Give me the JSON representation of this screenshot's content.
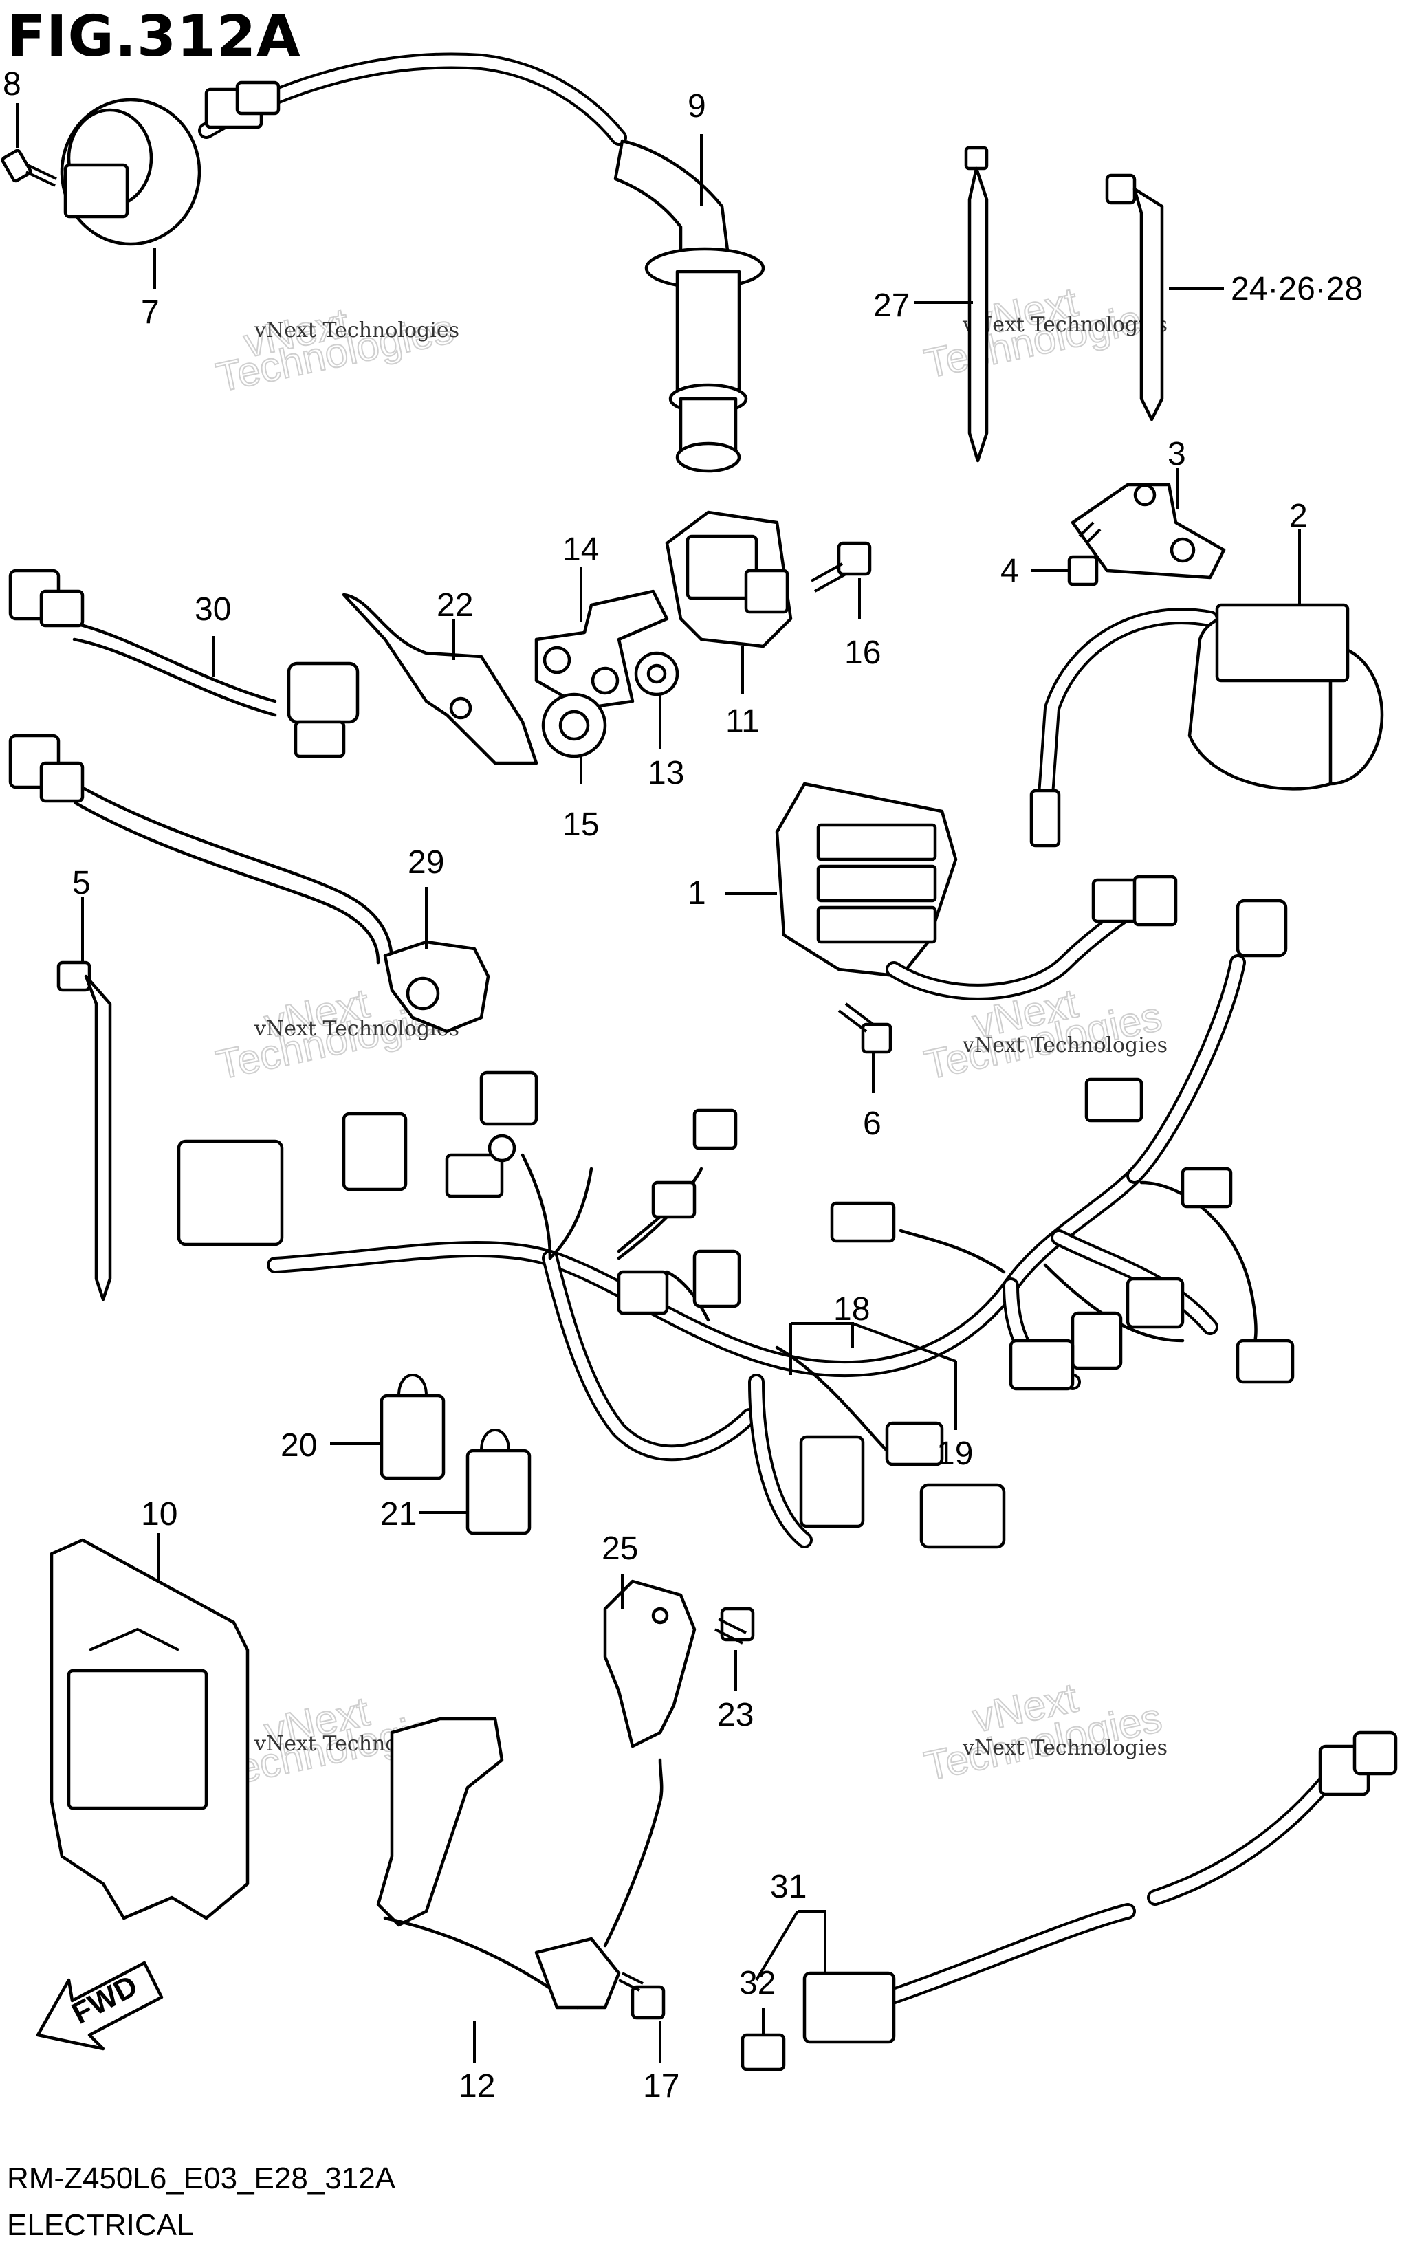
{
  "figure": {
    "title": "FIG.312A",
    "code": "RM-Z450L6_E03_E28_312A",
    "section": "ELECTRICAL"
  },
  "watermark": {
    "small": "vNext Technologies",
    "big_line1": "vNext",
    "big_line2": "Technologies"
  },
  "direction_label": "FWD",
  "callouts": {
    "c1": "1",
    "c2": "2",
    "c3": "3",
    "c4": "4",
    "c5": "5",
    "c6": "6",
    "c7": "7",
    "c8": "8",
    "c9": "9",
    "c10": "10",
    "c11": "11",
    "c12": "12",
    "c13": "13",
    "c14": "14",
    "c15": "15",
    "c16": "16",
    "c17": "17",
    "c18": "18",
    "c19": "19",
    "c20": "20",
    "c21": "21",
    "c22": "22",
    "c23": "23",
    "c24": "24·26·28",
    "c25": "25",
    "c27": "27",
    "c29": "29",
    "c30": "30",
    "c31": "31",
    "c32": "32"
  }
}
